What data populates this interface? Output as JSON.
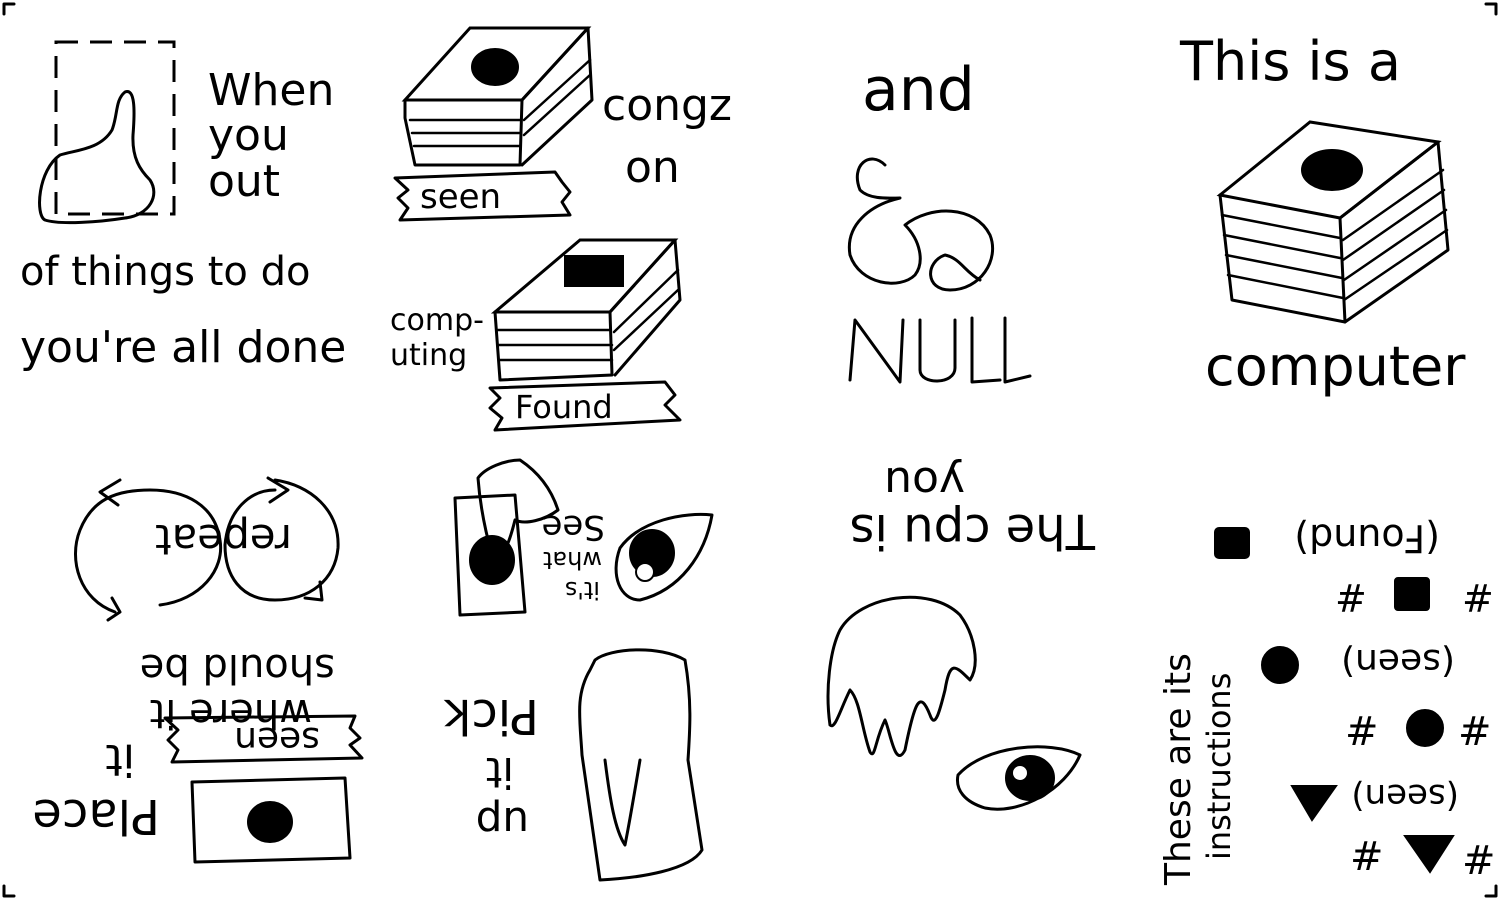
{
  "panels": {
    "p1": {
      "line1": "When",
      "line2": "you",
      "line3": "out",
      "line4": "of things to do",
      "line5": "you're all done"
    },
    "p2": {
      "caption_top": "congz",
      "caption_top2": "on",
      "tag_top": "seen",
      "side_1": "comp-",
      "side_2": "uting",
      "tag_bottom": "Found"
    },
    "p3": {
      "top": "and",
      "bottom": "NULL"
    },
    "p4": {
      "top": "This is a",
      "bottom": "computer"
    },
    "p5": {
      "repeat": "repeat",
      "line1": "where it",
      "line2": "should be",
      "tag": "seen",
      "line3": "it",
      "line4": "Place"
    },
    "p6": {
      "see1": "See",
      "see2": "what",
      "see3": "it's",
      "pick1": "up",
      "pick2": "it",
      "pick3": "Pick"
    },
    "p7": {
      "line1": "you",
      "line2": "The cpu is"
    },
    "p8": {
      "side1": "These are its",
      "side2": "instructions",
      "rows": [
        {
          "label": "(Found)"
        },
        {
          "label": "#"
        },
        {
          "label": "(seen)"
        },
        {
          "label": "#"
        },
        {
          "label": "(seen)"
        },
        {
          "label": "#"
        }
      ]
    }
  },
  "colors": {
    "ink": "#000000",
    "paper": "#ffffff"
  }
}
